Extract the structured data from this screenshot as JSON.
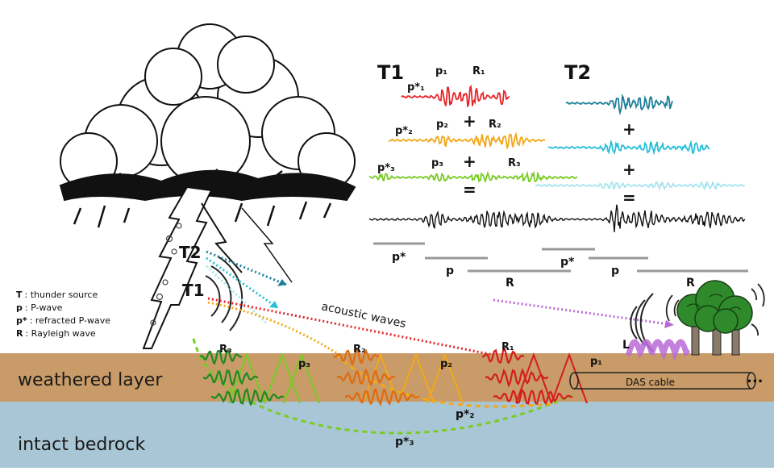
{
  "layers": {
    "weathered": "weathered layer",
    "bedrock": "intact bedrock"
  },
  "colors": {
    "weathered": "#c89b68",
    "bedrock": "#a9c6d6",
    "t1_red": "#e8262a",
    "t1_orange": "#f2a818",
    "t1_green": "#78cc22",
    "t2_dark": "#1c7f9a",
    "t2_mid": "#28bfd8",
    "t2_light": "#a8e4f0",
    "surface_green": "#1f8a1e",
    "surface_orange": "#e06a10",
    "surface_red": "#d41d1d",
    "purple": "#b86ad6"
  },
  "sources": {
    "t1": "T1",
    "t2": "T2"
  },
  "legend": [
    {
      "key": "T",
      "text": ": thunder source"
    },
    {
      "key": "p",
      "text": ": P-wave"
    },
    {
      "key": "p*",
      "text": ": refracted P-wave"
    },
    {
      "key": "R",
      "text": ": Rayleigh wave"
    }
  ],
  "annotations": {
    "acoustic": "acoustic waves",
    "das": "DAS cable",
    "ellipsis": "...",
    "L": "L"
  },
  "wave_labels": {
    "R3": "R₃",
    "p3": "p₃",
    "R2": "R₂",
    "p2": "p₂",
    "R1": "R₁",
    "p1": "p₁",
    "pstar2": "p*₂",
    "pstar3": "p*₃"
  },
  "panel": {
    "t1_title": "T1",
    "t2_title": "T2",
    "row1": {
      "pstar": "p*₁",
      "p": "p₁",
      "R": "R₁"
    },
    "row2": {
      "pstar": "p*₂",
      "p": "p₂",
      "R": "R₂"
    },
    "row3": {
      "pstar": "p*₃",
      "p": "p₃",
      "R": "R₃"
    },
    "plus": "+",
    "equals": "=",
    "phase_pstar": "p*",
    "phase_p": "p",
    "phase_R": "R"
  }
}
